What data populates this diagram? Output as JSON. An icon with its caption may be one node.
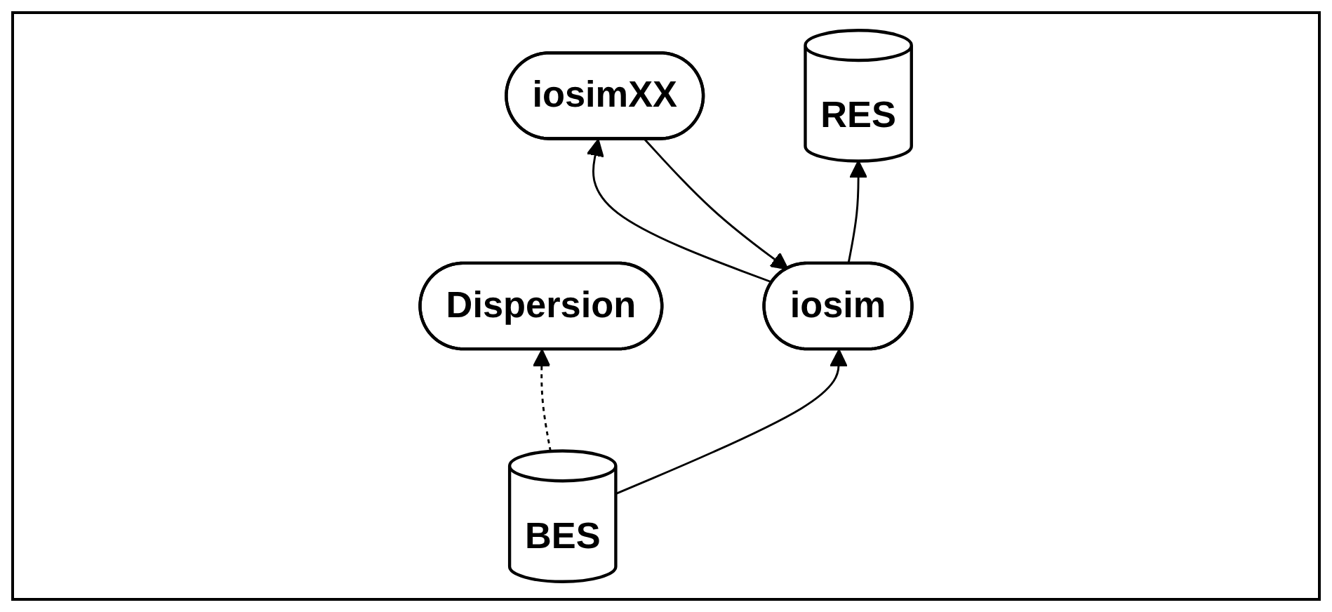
{
  "diagram": {
    "nodes": [
      {
        "text": [
          "Dispersion"
        ]
      },
      {
        "text": [
          "iosim"
        ]
      },
      {
        "text": [
          "iosimXX"
        ]
      },
      {
        "text": [
          "BES"
        ]
      },
      {
        "text": [
          "RES"
        ]
      }
    ],
    "edges": [
      {
        "from": 3,
        "to": 0,
        "arrow": "to",
        "style": "dashed"
      },
      {
        "from": 3,
        "to": 1,
        "arrow": "to"
      },
      {
        "from": 2,
        "to": 1,
        "arrow": "to"
      },
      {
        "from": 1,
        "to": 2,
        "arrow": "to"
      },
      {
        "from": 1,
        "to": 4,
        "arrow": "to"
      }
    ]
  }
}
